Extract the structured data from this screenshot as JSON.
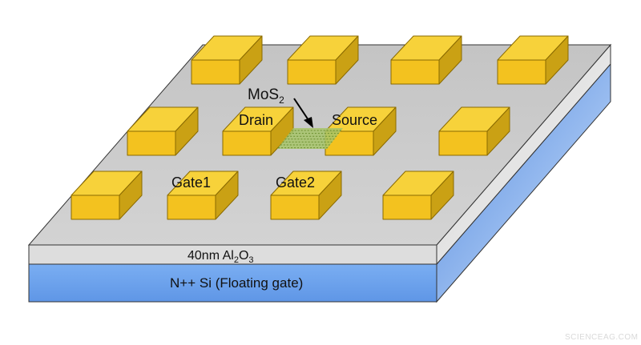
{
  "labels": {
    "mos2_main": "MoS",
    "mos2_sub": "2",
    "drain": "Drain",
    "source": "Source",
    "gate1": "Gate1",
    "gate2": "Gate2",
    "oxide_prefix": "40nm Al",
    "oxide_sub1": "2",
    "oxide_mid": "O",
    "oxide_sub2": "3",
    "substrate": "N++ Si (Floating gate)"
  },
  "watermark": "SCIENCEAG.COM",
  "colors": {
    "pad_top": "#f7d23a",
    "pad_front": "#f3c21f",
    "pad_side": "#caa114",
    "pad_stroke": "#8a6a00",
    "oxide_top": "#cccccc",
    "oxide_front": "#dedede",
    "substrate_front": "#6aa0ee",
    "flake": "#6b8f2e"
  }
}
